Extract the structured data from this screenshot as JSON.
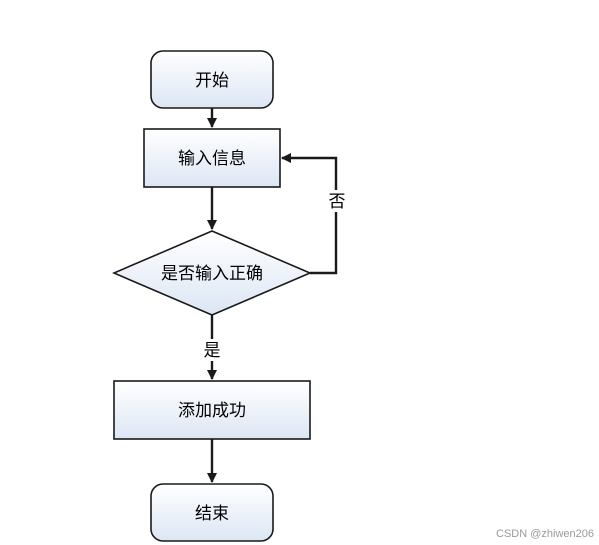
{
  "nodes": {
    "start": "开始",
    "input": "输入信息",
    "decision": "是否输入正确",
    "add": "添加成功",
    "end": "结束"
  },
  "edges": {
    "no_label": "否",
    "yes_label": "是"
  },
  "watermark": "CSDN @zhiwen206",
  "colors": {
    "fill_top": "#ffffff",
    "fill_bottom": "#dce6f4",
    "stroke": "#1a1a1a"
  }
}
